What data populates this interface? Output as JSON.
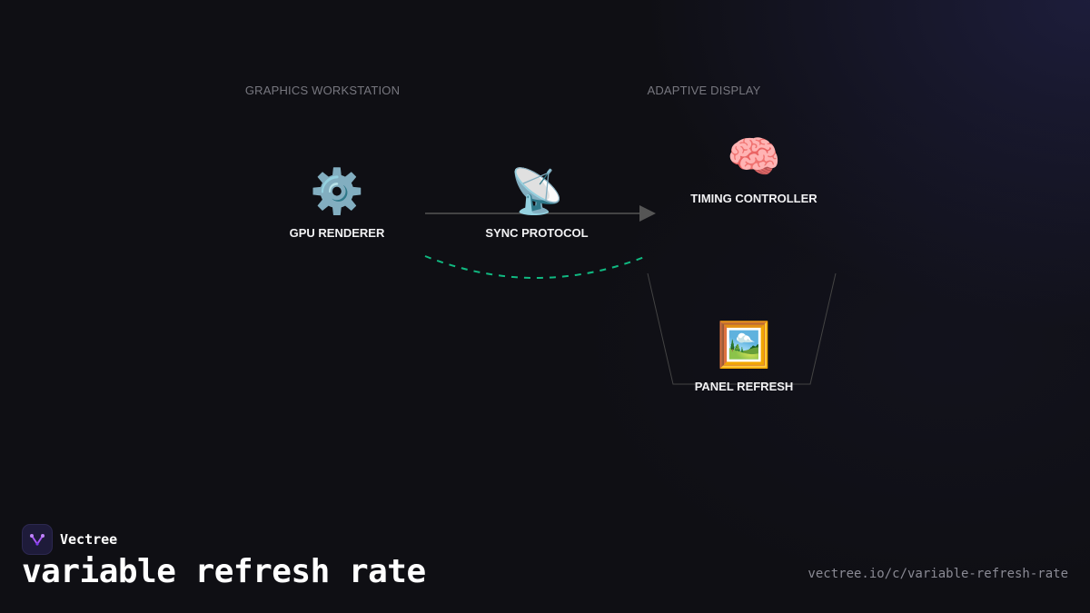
{
  "groups": {
    "left": "GRAPHICS WORKSTATION",
    "right": "ADAPTIVE DISPLAY"
  },
  "nodes": {
    "gpu": {
      "icon": "⚙️",
      "icon_name": "gear-icon",
      "label": "GPU RENDERER"
    },
    "sync": {
      "icon": "📡",
      "icon_name": "satellite-antenna-icon",
      "label": "SYNC PROTOCOL"
    },
    "timing": {
      "icon": "🧠",
      "icon_name": "brain-icon",
      "label": "TIMING CONTROLLER"
    },
    "panel": {
      "icon": "🖼️",
      "icon_name": "framed-picture-icon",
      "label": "PANEL REFRESH"
    }
  },
  "colors": {
    "background": "#0f0f14",
    "accent_dashed": "#10b981",
    "connector": "#555555"
  },
  "brand": {
    "name": "Vectree"
  },
  "title": "variable refresh rate",
  "url": "vectree.io/c/variable-refresh-rate"
}
